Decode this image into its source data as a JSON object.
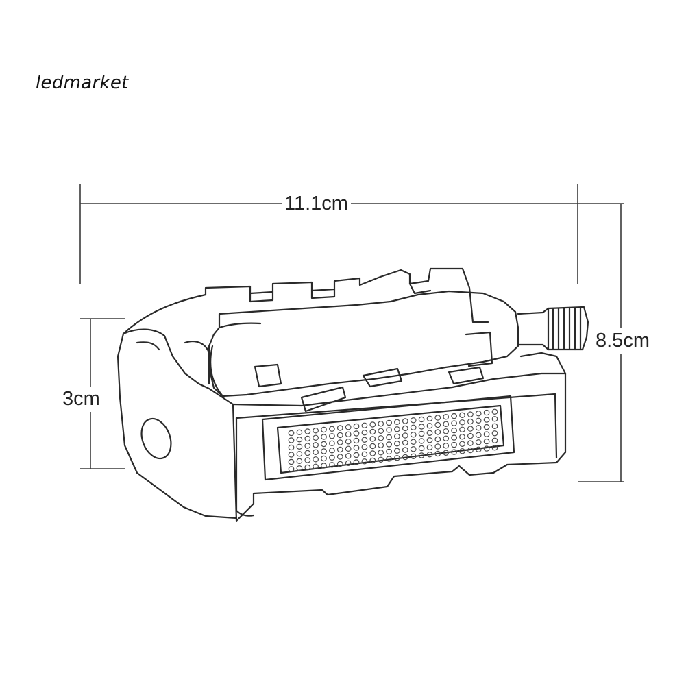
{
  "brand": {
    "watermark": "ledmarket"
  },
  "dimensions": {
    "width": "11.1cm",
    "depth": "8.5cm",
    "height": "3cm"
  },
  "illustration": {
    "subject-icon": "bicycle-pedal-line-drawing",
    "line_color": "#2a2a2a"
  }
}
